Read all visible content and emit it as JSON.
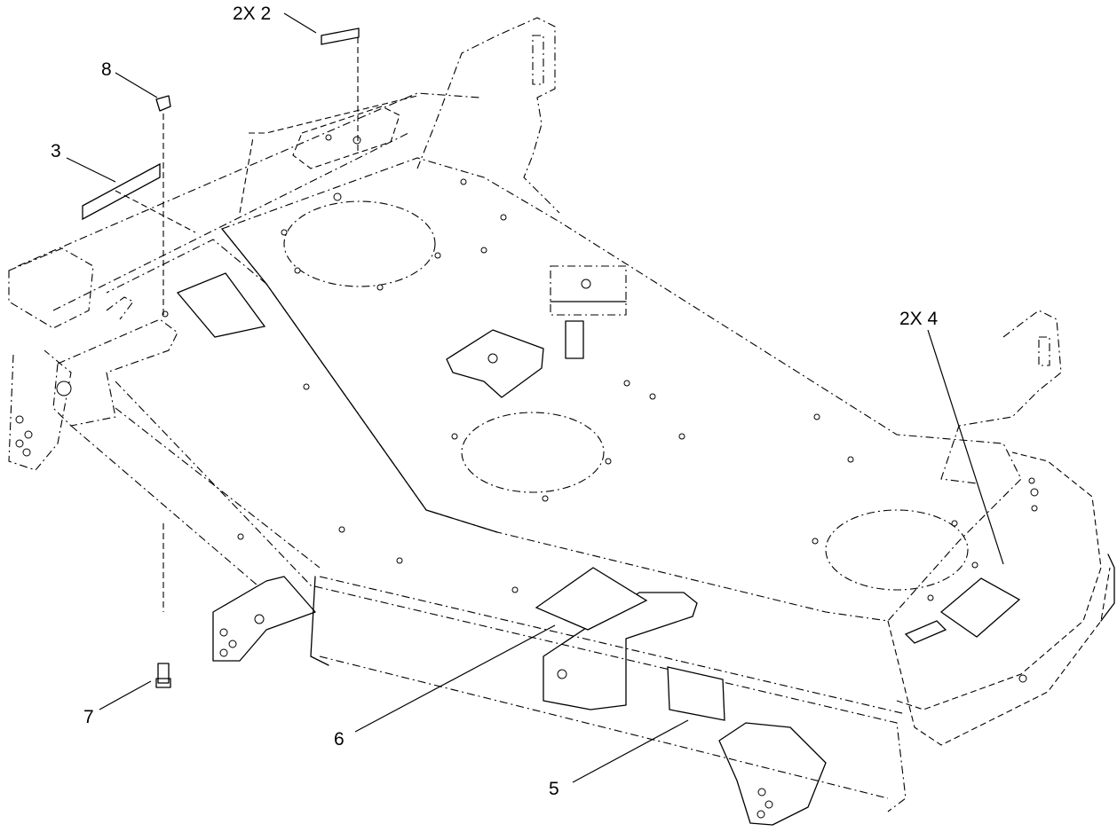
{
  "callouts": [
    {
      "id": "2",
      "text": "2X 2"
    },
    {
      "id": "8",
      "text": "8"
    },
    {
      "id": "3",
      "text": "3"
    },
    {
      "id": "4",
      "text": "2X 4"
    },
    {
      "id": "7",
      "text": "7"
    },
    {
      "id": "6",
      "text": "6"
    },
    {
      "id": "5",
      "text": "5"
    }
  ]
}
